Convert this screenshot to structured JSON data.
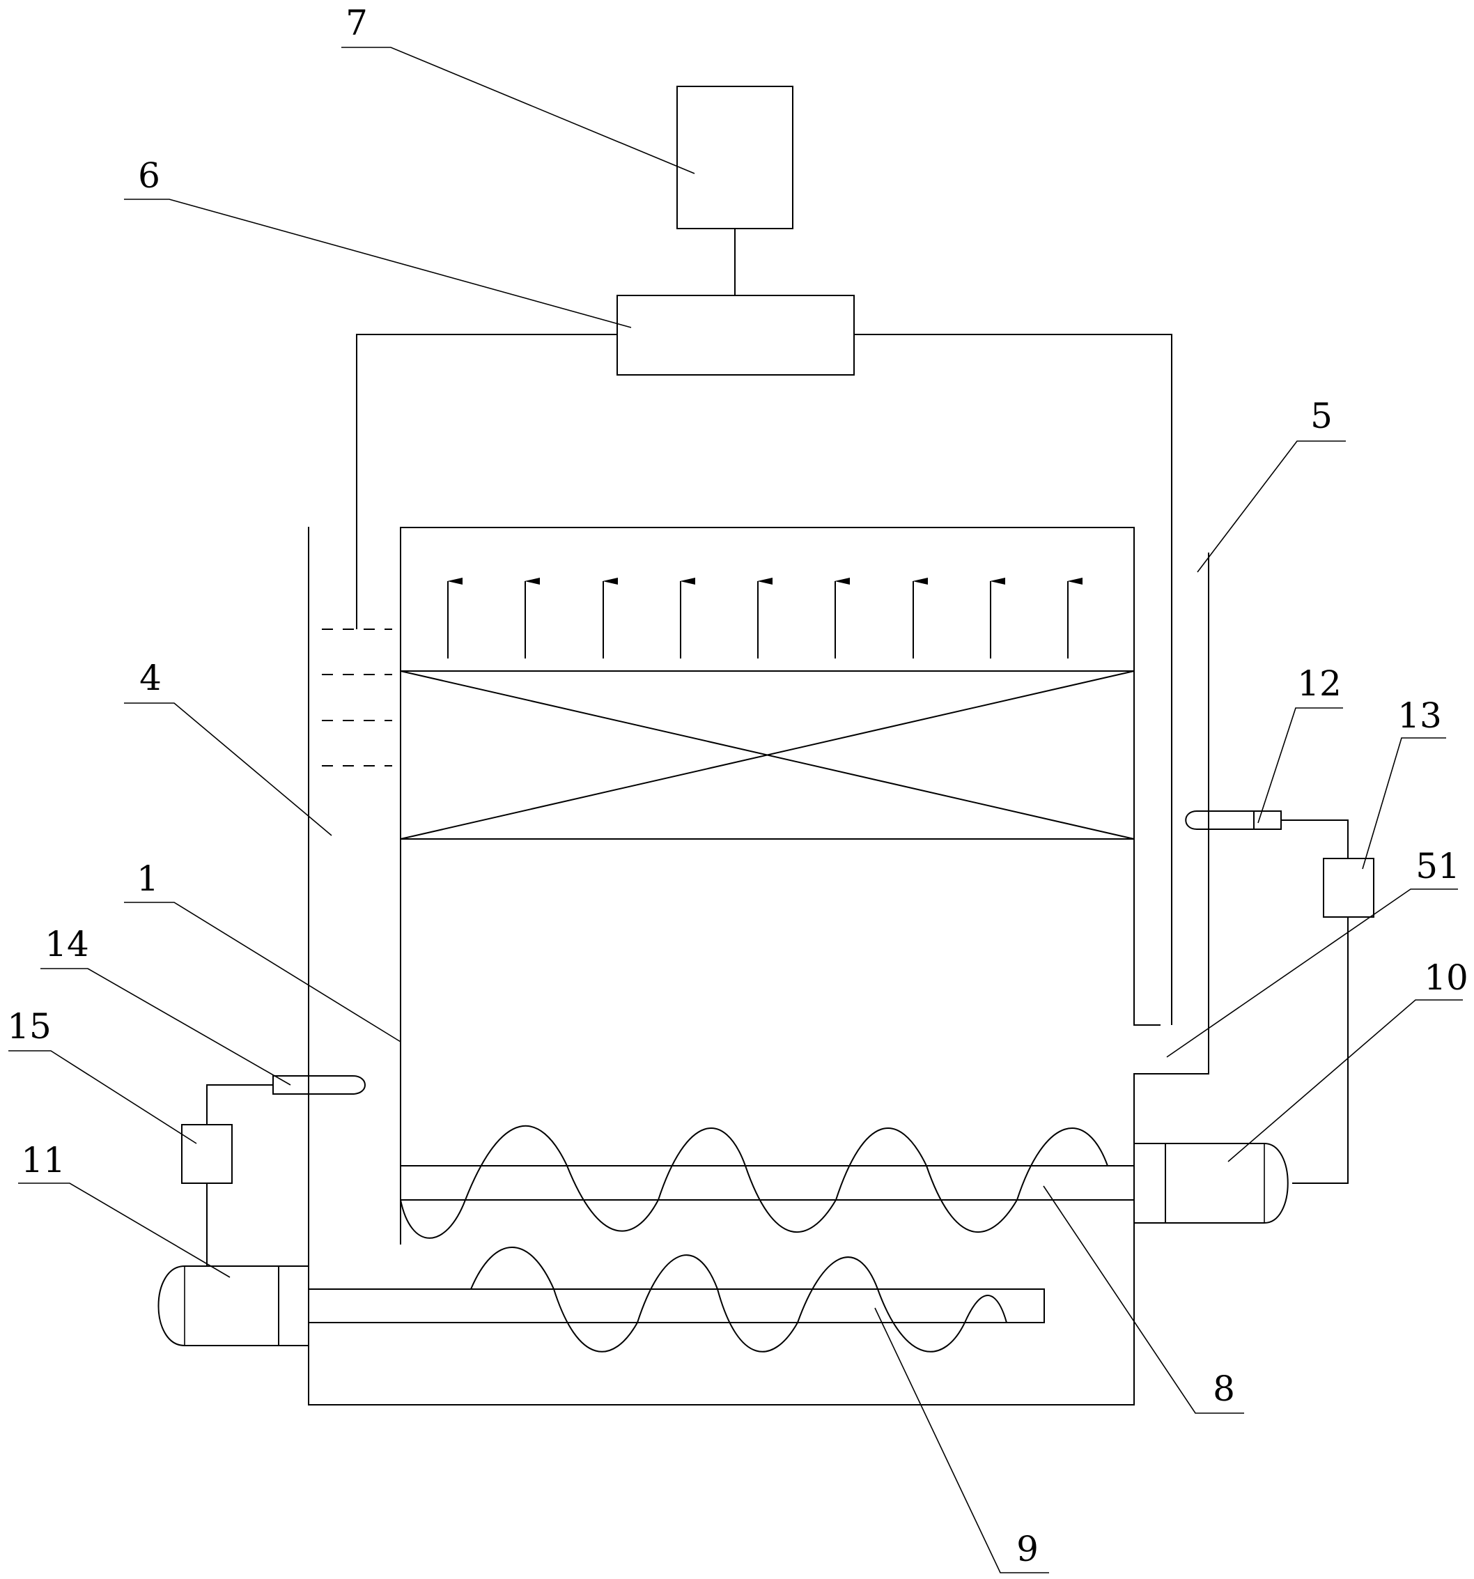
{
  "labels": {
    "l1": "1",
    "l4": "4",
    "l5": "5",
    "l6": "6",
    "l7": "7",
    "l8": "8",
    "l9": "9",
    "l10": "10",
    "l11": "11",
    "l12": "12",
    "l13": "13",
    "l14": "14",
    "l15": "15",
    "l51": "51"
  }
}
